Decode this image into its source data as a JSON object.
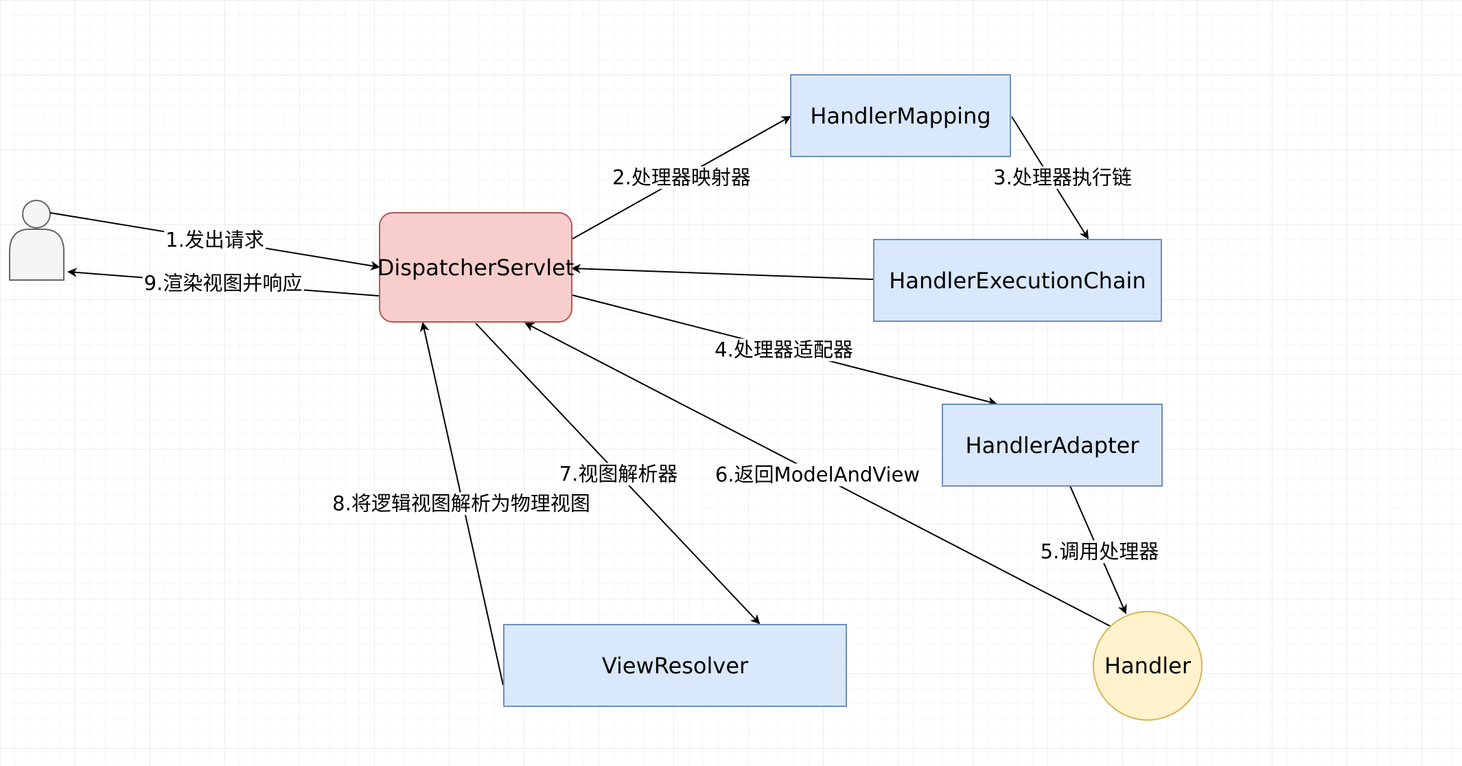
{
  "nodes": {
    "dispatcher": "DispatcherServlet",
    "handler_mapping": "HandlerMapping",
    "execution_chain": "HandlerExecutionChain",
    "handler_adapter": "HandlerAdapter",
    "handler": "Handler",
    "view_resolver": "ViewResolver"
  },
  "edges": {
    "e1": "1.发出请求",
    "e2": "2.处理器映射器",
    "e3": "3.处理器执行链",
    "e4": "4.处理器适配器",
    "e5": "5.调用处理器",
    "e6": "6.返回ModelAndView",
    "e7": "7.视图解析器",
    "e8": "8.将逻辑视图解析为物理视图",
    "e9": "9.渲染视图并响应"
  },
  "colors": {
    "blue_fill": "#dae8fc",
    "blue_stroke": "#6c8ebf",
    "red_fill": "#f8cecc",
    "red_stroke": "#b85450",
    "yellow_fill": "#fff2cc",
    "yellow_stroke": "#d6b656"
  },
  "icons": {
    "user": "user-icon"
  }
}
